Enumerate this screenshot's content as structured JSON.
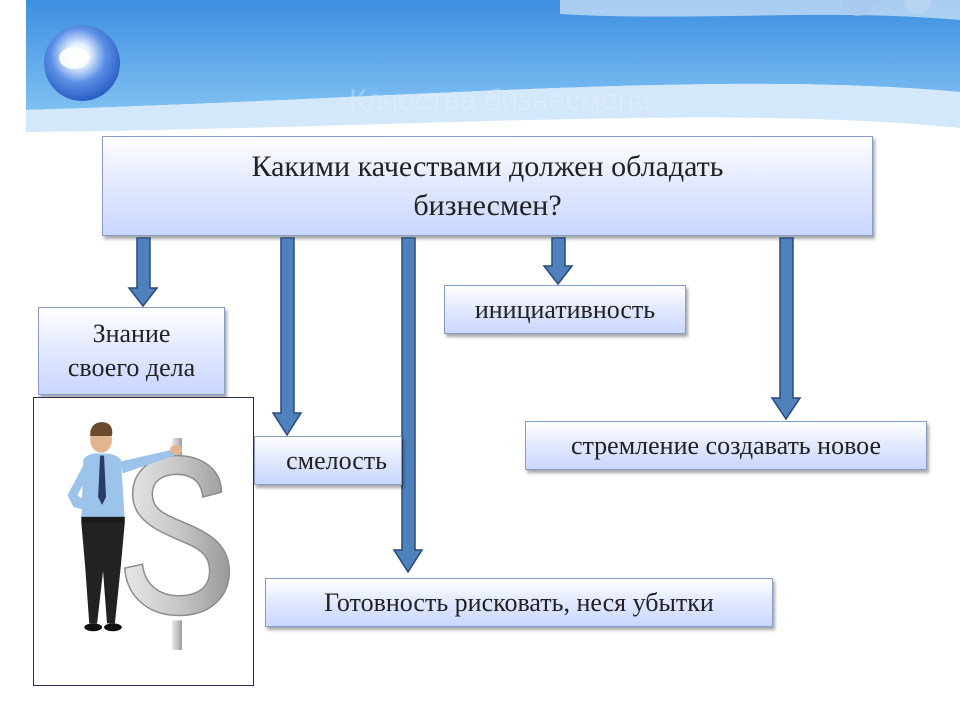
{
  "slide": {
    "header_title": "Качества бизнесмена",
    "question_line1": "Какими качествами должен обладать",
    "question_line2": "бизнесмен?"
  },
  "qualities": {
    "knowledge_line1": "Знание",
    "knowledge_line2": "своего дела",
    "initiative": "инициативность",
    "courage": "смелость",
    "innovation": "стремление создавать новое",
    "risk": "Готовность рисковать, неся убытки"
  },
  "colors": {
    "banner_blue": "#5aa6e6",
    "box_border": "#8a9cc8",
    "arrow_fill": "#4f81bd",
    "arrow_stroke": "#2a4a7a"
  },
  "icons": [
    "orb-icon",
    "businessman-icon",
    "dollar-sign-icon"
  ]
}
